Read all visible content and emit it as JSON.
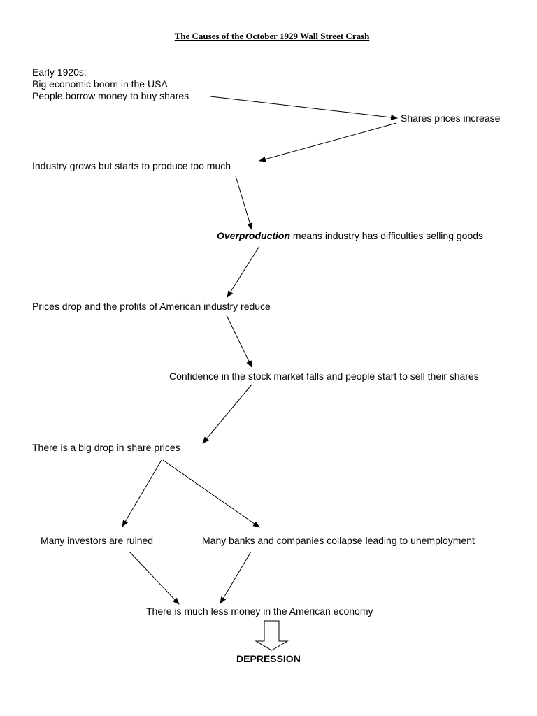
{
  "title": "The Causes of the October 1929 Wall Street Crash",
  "nodes": {
    "early_line1": "Early 1920s:",
    "early_line2": "Big economic boom in the USA",
    "early_line3": "People borrow money to buy shares",
    "shares_increase": "Shares prices increase",
    "industry_grows": "Industry grows but starts to produce too much",
    "overproduction_term": "Overproduction",
    "overproduction_rest": " means industry has difficulties selling goods",
    "prices_drop": "Prices drop and the profits of American industry reduce",
    "confidence_falls": "Confidence in the stock market falls and people start to sell their shares",
    "big_drop": "There is a big drop in share prices",
    "investors_ruined": "Many investors are ruined",
    "banks_collapse": "Many banks and companies collapse leading to unemployment",
    "less_money": "There is much less money in the American economy",
    "depression": "DEPRESSION"
  }
}
